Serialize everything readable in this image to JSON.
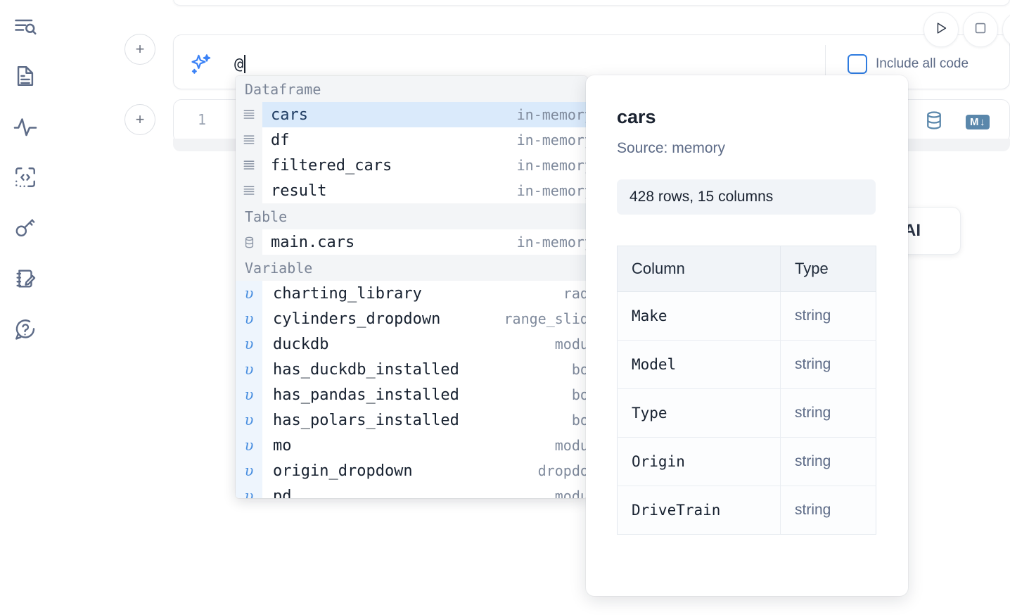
{
  "sidebar": {
    "items": [
      {
        "name": "explorer-search-icon",
        "label": "Explore"
      },
      {
        "name": "notebook-file-icon",
        "label": "Notebook"
      },
      {
        "name": "activity-pulse-icon",
        "label": "Activity"
      },
      {
        "name": "code-snippet-icon",
        "label": "Snippets"
      },
      {
        "name": "secrets-key-icon",
        "label": "Secrets"
      },
      {
        "name": "scratchpad-edit-icon",
        "label": "Scratchpad"
      },
      {
        "name": "help-question-icon",
        "label": "Help"
      }
    ]
  },
  "prompt": {
    "ai_icon": "sparkles-icon",
    "value": "@",
    "include_all_code_label": "Include all code",
    "include_all_code_checked": false,
    "add_cell_label": "+",
    "run_icon": "play-icon",
    "stop_icon": "stop-icon"
  },
  "code_cell": {
    "line_number": "1",
    "database_icon": "database-icon",
    "markdown_icon": "markdown-download-icon",
    "markdown_label": "M"
  },
  "ai_chip": {
    "label": "h AI"
  },
  "autocomplete": {
    "groups": [
      {
        "label": "Dataframe",
        "icon": "dataframe-rows-icon",
        "items": [
          {
            "name": "cars",
            "type": "in-memory",
            "selected": true
          },
          {
            "name": "df",
            "type": "in-memory",
            "selected": false
          },
          {
            "name": "filtered_cars",
            "type": "in-memory",
            "selected": false
          },
          {
            "name": "result",
            "type": "in-memory",
            "selected": false
          }
        ]
      },
      {
        "label": "Table",
        "icon": "database-table-icon",
        "items": [
          {
            "name": "main.cars",
            "type": "in-memory",
            "selected": false
          }
        ]
      },
      {
        "label": "Variable",
        "icon": "variable-icon",
        "items": [
          {
            "name": "charting_library",
            "type": "radio",
            "selected": false
          },
          {
            "name": "cylinders_dropdown",
            "type": "range_slider",
            "selected": false
          },
          {
            "name": "duckdb",
            "type": "module",
            "selected": false
          },
          {
            "name": "has_duckdb_installed",
            "type": "bool",
            "selected": false
          },
          {
            "name": "has_pandas_installed",
            "type": "bool",
            "selected": false
          },
          {
            "name": "has_polars_installed",
            "type": "bool",
            "selected": false
          },
          {
            "name": "mo",
            "type": "module",
            "selected": false
          },
          {
            "name": "origin_dropdown",
            "type": "dropdown",
            "selected": false
          },
          {
            "name": "pd",
            "type": "module",
            "selected": false
          }
        ]
      }
    ]
  },
  "details": {
    "title": "cars",
    "source": "Source: memory",
    "stats": "428 rows, 15 columns",
    "columns_header": "Column",
    "type_header": "Type",
    "rows": [
      {
        "column": "Make",
        "type": "string"
      },
      {
        "column": "Model",
        "type": "string"
      },
      {
        "column": "Type",
        "type": "string"
      },
      {
        "column": "Origin",
        "type": "string"
      },
      {
        "column": "DriveTrain",
        "type": "string"
      }
    ]
  },
  "colors": {
    "accent_blue": "#2f7ce0",
    "selection_blue": "#daeafb",
    "icon_gray": "#5d6b87",
    "tool_blue": "#5a87ab"
  }
}
